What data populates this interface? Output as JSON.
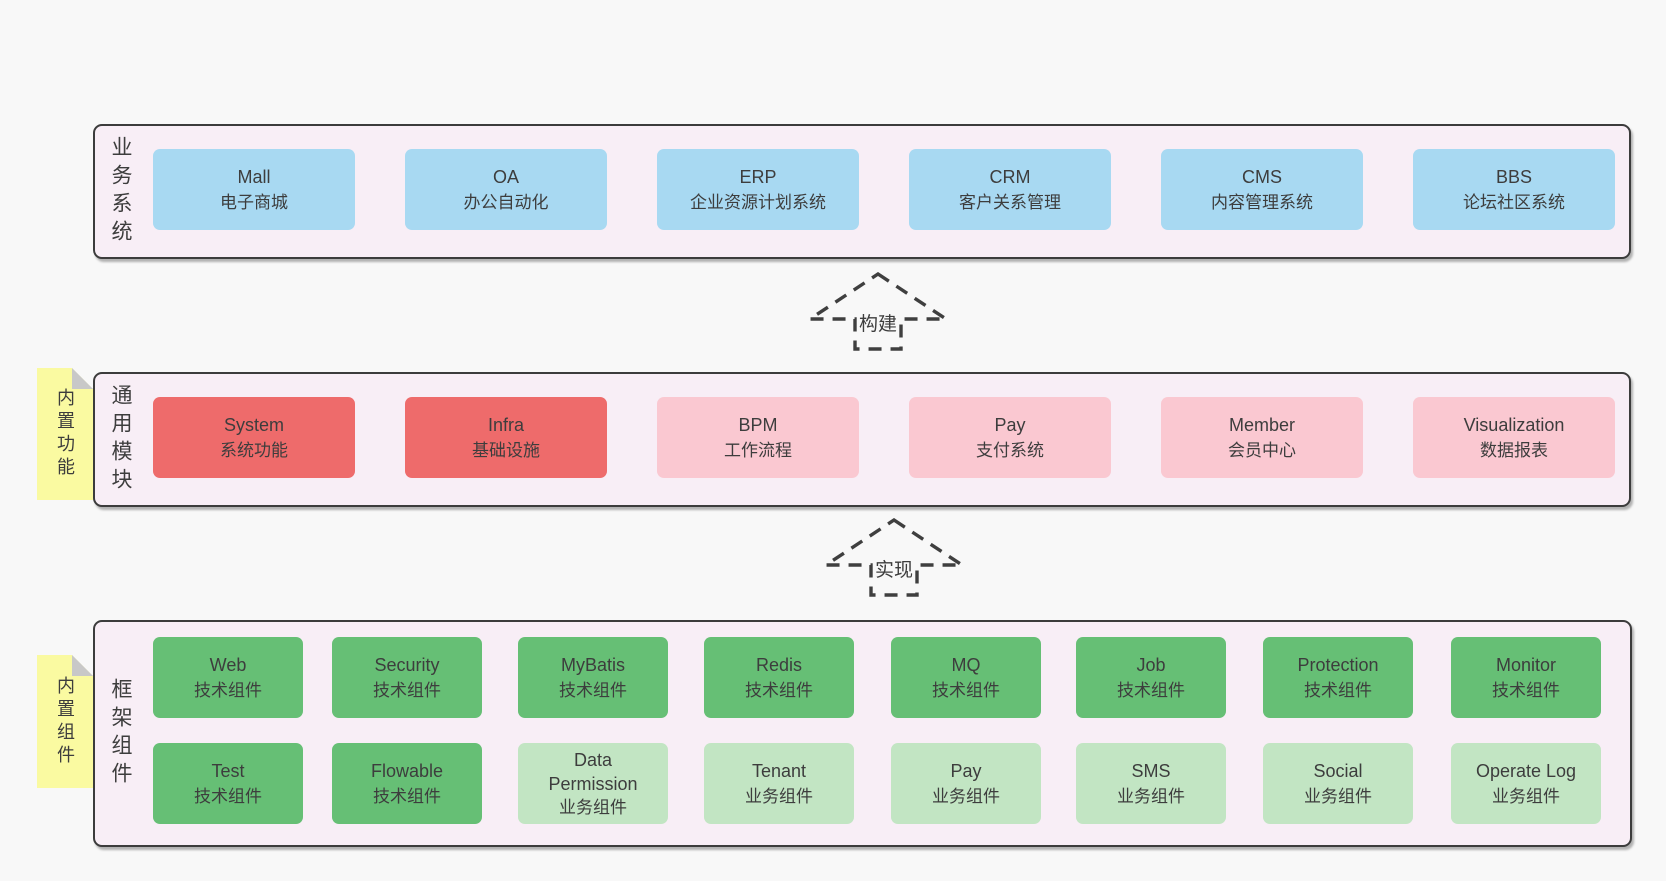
{
  "colors": {
    "page_bg": "#f8f8f8",
    "panel_bg": "#f8eef6",
    "panel_border": "#3c3c3c",
    "blue": "#a8d9f2",
    "red": "#ee6b6b",
    "pink": "#fac8d1",
    "green_dark": "#66bf75",
    "green_light": "#c2e5c3",
    "sticky_yellow": "#fafaa1",
    "fold_grey": "#c8c8c8",
    "text": "#3d3d3d"
  },
  "arrows": {
    "build": "构建",
    "implement": "实现"
  },
  "sections": {
    "business": {
      "label": "业务系统",
      "boxes": [
        {
          "title": "Mall",
          "subtitle": "电子商城"
        },
        {
          "title": "OA",
          "subtitle": "办公自动化"
        },
        {
          "title": "ERP",
          "subtitle": "企业资源计划系统"
        },
        {
          "title": "CRM",
          "subtitle": "客户关系管理"
        },
        {
          "title": "CMS",
          "subtitle": "内容管理系统"
        },
        {
          "title": "BBS",
          "subtitle": "论坛社区系统"
        }
      ]
    },
    "modules": {
      "label": "通用模块",
      "sticky": "内置功能",
      "boxes": [
        {
          "title": "System",
          "subtitle": "系统功能"
        },
        {
          "title": "Infra",
          "subtitle": "基础设施"
        },
        {
          "title": "BPM",
          "subtitle": "工作流程"
        },
        {
          "title": "Pay",
          "subtitle": "支付系统"
        },
        {
          "title": "Member",
          "subtitle": "会员中心"
        },
        {
          "title": "Visualization",
          "subtitle": "数据报表"
        }
      ]
    },
    "framework": {
      "label": "框架组件",
      "sticky": "内置组件",
      "row1": [
        {
          "title": "Web",
          "subtitle": "技术组件"
        },
        {
          "title": "Security",
          "subtitle": "技术组件"
        },
        {
          "title": "MyBatis",
          "subtitle": "技术组件"
        },
        {
          "title": "Redis",
          "subtitle": "技术组件"
        },
        {
          "title": "MQ",
          "subtitle": "技术组件"
        },
        {
          "title": "Job",
          "subtitle": "技术组件"
        },
        {
          "title": "Protection",
          "subtitle": "技术组件"
        },
        {
          "title": "Monitor",
          "subtitle": "技术组件"
        }
      ],
      "row2": [
        {
          "title": "Test",
          "subtitle": "技术组件"
        },
        {
          "title": "Flowable",
          "subtitle": "技术组件"
        },
        {
          "title": "Data Permission",
          "subtitle": "业务组件"
        },
        {
          "title": "Tenant",
          "subtitle": "业务组件"
        },
        {
          "title": "Pay",
          "subtitle": "业务组件"
        },
        {
          "title": "SMS",
          "subtitle": "业务组件"
        },
        {
          "title": "Social",
          "subtitle": "业务组件"
        },
        {
          "title": "Operate Log",
          "subtitle": "业务组件"
        }
      ]
    }
  }
}
